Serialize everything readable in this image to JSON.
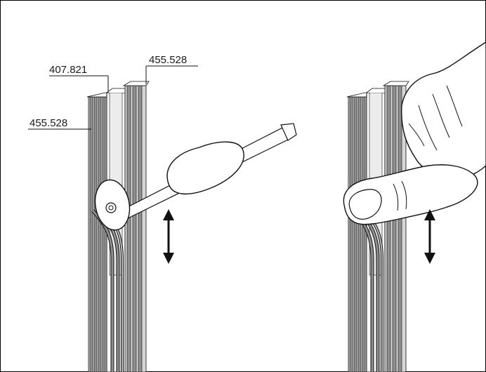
{
  "illustration": {
    "callouts": {
      "top_right_part": "455.528",
      "middle_part": "407.821",
      "left_part": "455.528"
    },
    "icons": [
      "screwdriver-icon",
      "hand-icon",
      "double-arrow-icon"
    ],
    "colors": {
      "outline": "#111111",
      "profile_grey": "#8f8f8f",
      "profile_light": "#d6d6d6",
      "background": "#ffffff"
    }
  }
}
